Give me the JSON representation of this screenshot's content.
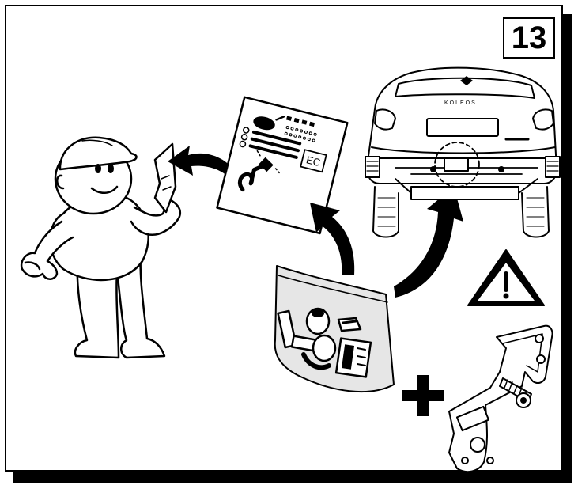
{
  "step": {
    "number": "13"
  },
  "doc": {
    "approval_mark": "EC"
  },
  "car": {
    "model_badge": "KOLEOS"
  },
  "colors": {
    "ink": "#000000",
    "paper": "#ffffff",
    "bag_tint": "#e6e6e6"
  },
  "icons": [
    "mechanic-figure",
    "instruction-sheet",
    "kit-bag",
    "car-rear",
    "warning-triangle",
    "plus-sign",
    "bracket-part",
    "arrow"
  ]
}
